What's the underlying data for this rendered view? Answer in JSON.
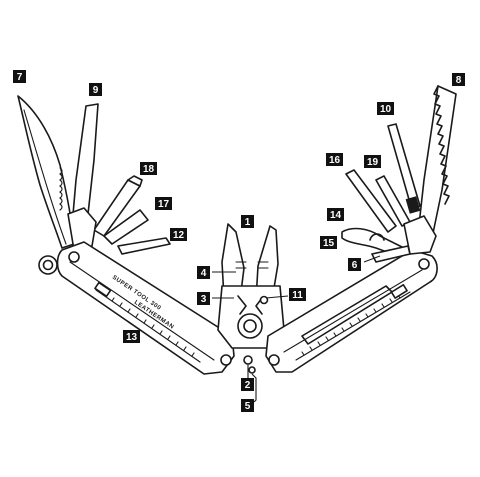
{
  "tool": {
    "brand_mark": "LEATHERMAN",
    "model_mark": "SUPER TOOL 300"
  },
  "callouts": [
    {
      "id": "callout-1",
      "label": "1"
    },
    {
      "id": "callout-2",
      "label": "2"
    },
    {
      "id": "callout-3",
      "label": "3"
    },
    {
      "id": "callout-4",
      "label": "4"
    },
    {
      "id": "callout-5",
      "label": "5"
    },
    {
      "id": "callout-6",
      "label": "6"
    },
    {
      "id": "callout-7",
      "label": "7"
    },
    {
      "id": "callout-8",
      "label": "8"
    },
    {
      "id": "callout-9",
      "label": "9"
    },
    {
      "id": "callout-10",
      "label": "10"
    },
    {
      "id": "callout-11",
      "label": "11"
    },
    {
      "id": "callout-12",
      "label": "12"
    },
    {
      "id": "callout-13",
      "label": "13"
    },
    {
      "id": "callout-14",
      "label": "14"
    },
    {
      "id": "callout-15",
      "label": "15"
    },
    {
      "id": "callout-16",
      "label": "16"
    },
    {
      "id": "callout-17",
      "label": "17"
    },
    {
      "id": "callout-18",
      "label": "18"
    },
    {
      "id": "callout-19",
      "label": "19"
    }
  ]
}
